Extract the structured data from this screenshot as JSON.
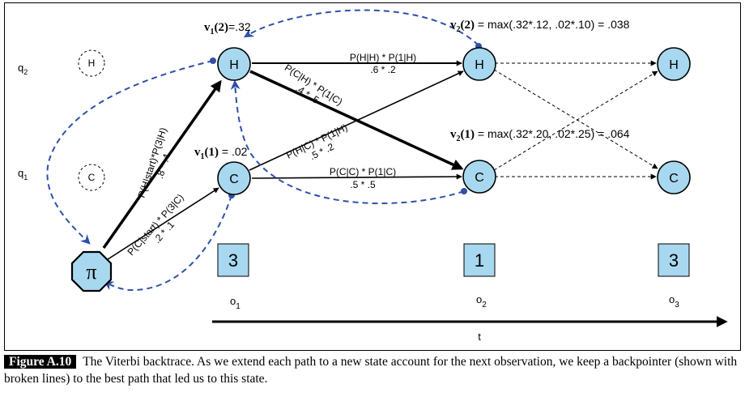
{
  "states": {
    "q2": {
      "base": "q",
      "sub": "2"
    },
    "q1": {
      "base": "q",
      "sub": "1"
    },
    "ghost_h": "H",
    "ghost_c": "C"
  },
  "nodes": {
    "h1": "H",
    "c1": "C",
    "h2": "H",
    "c2": "C",
    "h3": "H",
    "c3": "C",
    "pi": "π"
  },
  "observations": [
    {
      "value": "3",
      "label_base": "o",
      "label_sub": "1"
    },
    {
      "value": "1",
      "label_base": "o",
      "label_sub": "2"
    },
    {
      "value": "3",
      "label_base": "o",
      "label_sub": "3"
    }
  ],
  "time_label": "t",
  "viterbi": {
    "v1_2": {
      "v": "v",
      "sub": "1",
      "arg": "(2)",
      "rest": "=.32"
    },
    "v1_1": {
      "v": "v",
      "sub": "1",
      "arg": "(1)",
      "rest": " = .02"
    },
    "v2_2": {
      "v": "v",
      "sub": "2",
      "arg": "(2)",
      "rest": " = max(.32*.12, .02*.10) = .038"
    },
    "v2_1": {
      "v": "v",
      "sub": "2",
      "arg": "(1)",
      "rest": " = max(.32*.20, .02*.25) = .064"
    }
  },
  "edges": {
    "pi_h": {
      "line1": "P(H|start)*P(3|H)",
      "line2": ".8 * .4"
    },
    "pi_c": {
      "line1": "P(C|start) * P(3|C)",
      "line2": ".2 * .1"
    },
    "h_h": {
      "line1": "P(H|H) * P(1|H)",
      "line2": ".6 * .2"
    },
    "h_c": {
      "line1": "P(C|H) * P(1|C)",
      "line2": ".4 * .5"
    },
    "c_h": {
      "line1": "P(H|C) * P(1|H)",
      "line2": ".5 * .2"
    },
    "c_c": {
      "line1": "P(C|C) * P(1|C)",
      "line2": ".5 * .5"
    }
  },
  "caption": {
    "tag": "Figure A.10",
    "text": "The Viterbi backtrace. As we extend each path to a new state account for the next observation, we keep a backpointer (shown with broken lines) to the best path that led us to this state."
  }
}
